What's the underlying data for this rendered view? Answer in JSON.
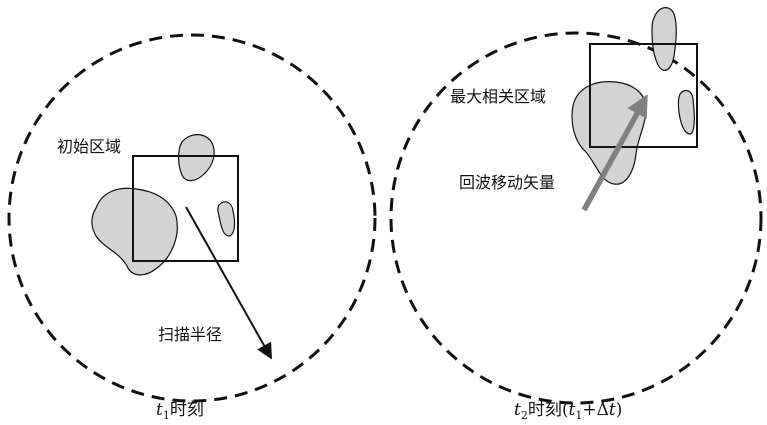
{
  "panels": [
    {
      "region_label": "初始区域",
      "vector_label": "扫描半径",
      "caption": {
        "var": "t",
        "sub": "1",
        "text": "时刻"
      }
    },
    {
      "region_label": "最大相关区域",
      "vector_label": "回波移动矢量",
      "caption": {
        "var": "t",
        "sub": "2",
        "text": "时刻(",
        "var2": "t",
        "sub2": "1",
        "op": "+Δ",
        "var3": "t",
        "close": ")"
      }
    }
  ],
  "colors": {
    "echo_fill": "#d3d3d3",
    "stroke": "#111111",
    "vector_arrow": "#808080"
  }
}
